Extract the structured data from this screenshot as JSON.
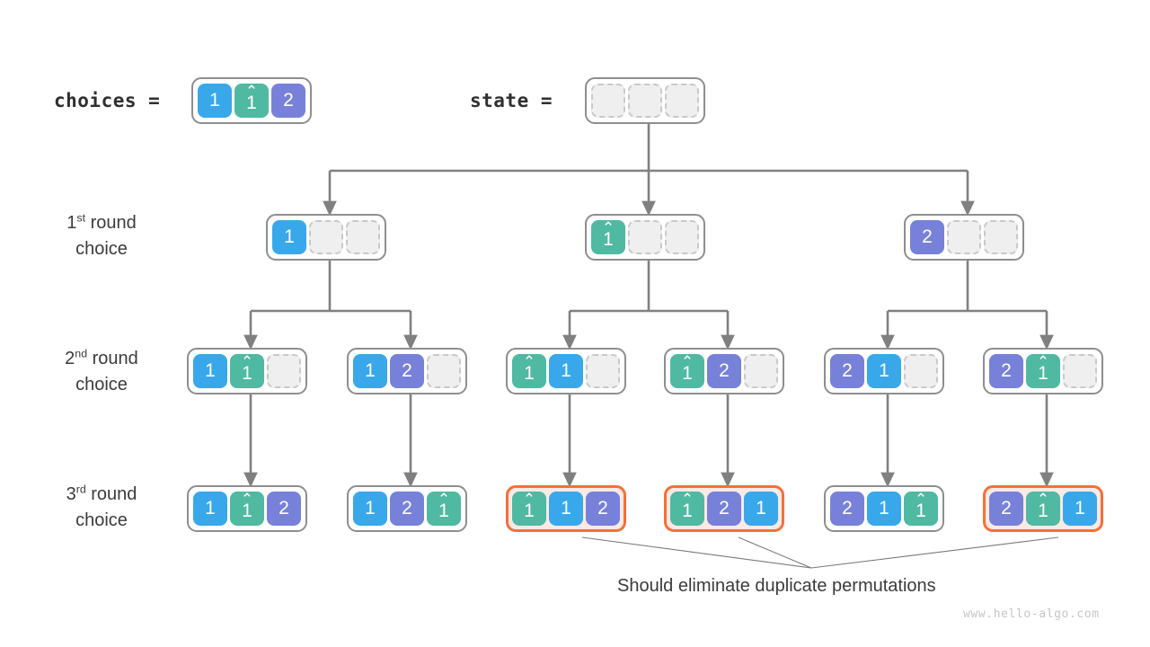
{
  "meta": {
    "title": "Permutations backtracking tree with duplicate elements",
    "watermark": "www.hello-algo.com"
  },
  "colors": {
    "value_1": "#38a8ea",
    "value_1hat": "#4fb9a2",
    "value_2": "#7781d9",
    "empty_cell": "#efefef",
    "empty_border": "#c9c9c9",
    "box_border": "#8e8e8e",
    "highlight_border": "#f3703a",
    "highlight_fill": "#fbe9e4",
    "wire": "#808080",
    "annotation_line": "#6e6e6e",
    "text": "#3b3b3b"
  },
  "header": {
    "choices_label": "choices =",
    "state_label": "state =",
    "choices_cells": [
      "1",
      "1hat",
      "2"
    ],
    "state_cells": [
      "empty",
      "empty",
      "empty"
    ]
  },
  "row_labels": [
    {
      "ordinal": "1",
      "suffix": "st",
      "word": " round",
      "line2": "choice"
    },
    {
      "ordinal": "2",
      "suffix": "nd",
      "word": " round",
      "line2": "choice"
    },
    {
      "ordinal": "3",
      "suffix": "rd",
      "word": " round",
      "line2": "choice"
    }
  ],
  "glyphs": {
    "hat": "⌃",
    "one": "1",
    "two": "2"
  },
  "rows": [
    {
      "name": "round-1",
      "nodes": [
        {
          "cells": [
            "1",
            "empty",
            "empty"
          ],
          "highlight": false
        },
        {
          "cells": [
            "1hat",
            "empty",
            "empty"
          ],
          "highlight": false
        },
        {
          "cells": [
            "2",
            "empty",
            "empty"
          ],
          "highlight": false
        }
      ]
    },
    {
      "name": "round-2",
      "nodes": [
        {
          "cells": [
            "1",
            "1hat",
            "empty"
          ],
          "highlight": false
        },
        {
          "cells": [
            "1",
            "2",
            "empty"
          ],
          "highlight": false
        },
        {
          "cells": [
            "1hat",
            "1",
            "empty"
          ],
          "highlight": false
        },
        {
          "cells": [
            "1hat",
            "2",
            "empty"
          ],
          "highlight": false
        },
        {
          "cells": [
            "2",
            "1",
            "empty"
          ],
          "highlight": false
        },
        {
          "cells": [
            "2",
            "1hat",
            "empty"
          ],
          "highlight": false
        }
      ]
    },
    {
      "name": "round-3",
      "nodes": [
        {
          "cells": [
            "1",
            "1hat",
            "2"
          ],
          "highlight": false
        },
        {
          "cells": [
            "1",
            "2",
            "1hat"
          ],
          "highlight": false
        },
        {
          "cells": [
            "1hat",
            "1",
            "2"
          ],
          "highlight": true
        },
        {
          "cells": [
            "1hat",
            "2",
            "1"
          ],
          "highlight": true
        },
        {
          "cells": [
            "2",
            "1",
            "1hat"
          ],
          "highlight": false
        },
        {
          "cells": [
            "2",
            "1hat",
            "1"
          ],
          "highlight": true
        }
      ]
    }
  ],
  "annotation": {
    "text": "Should eliminate duplicate permutations"
  }
}
